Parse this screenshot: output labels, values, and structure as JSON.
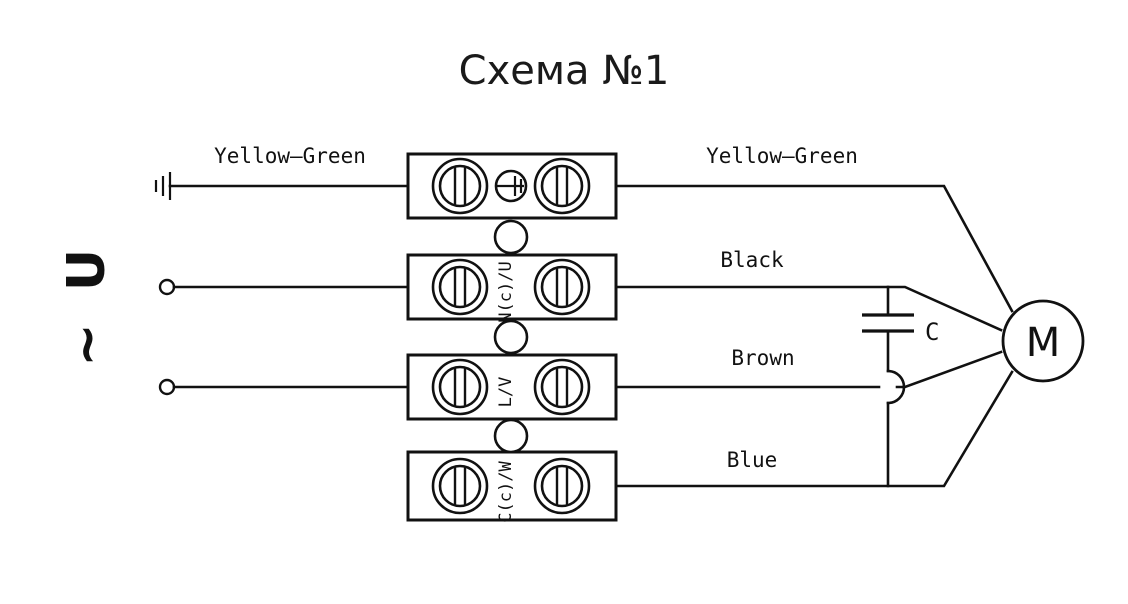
{
  "title": "Схема №1",
  "supply": {
    "voltage_symbol": "U",
    "ac_symbol": "~",
    "ground_label": "Yellow—Green",
    "terminals": [
      {
        "name": "line-terminal-1"
      },
      {
        "name": "line-terminal-2"
      }
    ]
  },
  "terminal_block": {
    "rows": [
      {
        "id": "row-earth",
        "marking": "",
        "left_wire": true,
        "right_wire": true,
        "center_symbol": "protective-earth"
      },
      {
        "id": "row-n-u",
        "marking": "N(c)/U",
        "left_wire": true,
        "right_wire": true,
        "center_symbol": "divider-circle"
      },
      {
        "id": "row-l-v",
        "marking": "L/V",
        "left_wire": true,
        "right_wire": true,
        "center_symbol": "divider-circle"
      },
      {
        "id": "row-c-w",
        "marking": "C(c)/W",
        "left_wire": false,
        "right_wire": true,
        "center_symbol": "divider-circle"
      }
    ]
  },
  "wires": {
    "left": [
      {
        "label": "Yellow—Green",
        "row": "row-earth"
      }
    ],
    "right": [
      {
        "label": "Yellow—Green",
        "row": "row-earth"
      },
      {
        "label": "Black",
        "row": "row-n-u"
      },
      {
        "label": "Brown",
        "row": "row-l-v"
      },
      {
        "label": "Blue",
        "row": "row-c-w"
      }
    ]
  },
  "capacitor": {
    "label": "C",
    "between": [
      "Black",
      "Blue"
    ],
    "crossing": "wire-hop-over-brown"
  },
  "motor": {
    "label": "M",
    "lead_count": 4
  },
  "colors": {
    "line": "#111111",
    "background": "#ffffff",
    "title": "#1a1a1a"
  }
}
